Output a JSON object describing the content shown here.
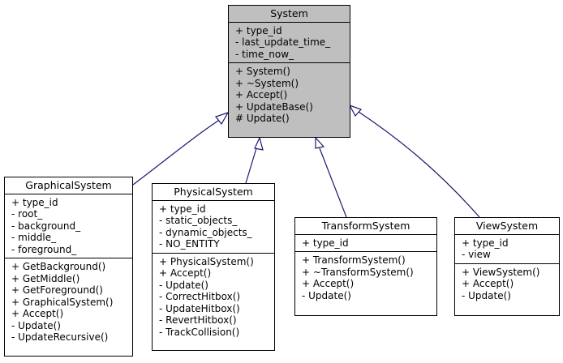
{
  "colors": {
    "base_fill": "#bfbfbf",
    "edge": "#191970",
    "box_fill": "#ffffff"
  },
  "classes": {
    "system": {
      "name": "System",
      "attributes": [
        "+ type_id",
        "- last_update_time_",
        "- time_now_"
      ],
      "methods": [
        "+ System()",
        "+ ~System()",
        "+ Accept()",
        "+ UpdateBase()",
        "# Update()"
      ]
    },
    "graphical": {
      "name": "GraphicalSystem",
      "attributes": [
        "+ type_id",
        "- root_",
        "- background_",
        "- middle_",
        "- foreground_"
      ],
      "methods": [
        "+ GetBackground()",
        "+ GetMiddle()",
        "+ GetForeground()",
        "+ GraphicalSystem()",
        "+ Accept()",
        "- Update()",
        "- UpdateRecursive()"
      ]
    },
    "physical": {
      "name": "PhysicalSystem",
      "attributes": [
        "+ type_id",
        "- static_objects_",
        "- dynamic_objects_",
        "- NO_ENTITY"
      ],
      "methods": [
        "+ PhysicalSystem()",
        "+ Accept()",
        "- Update()",
        "- CorrectHitbox()",
        "- UpdateHitbox()",
        "- RevertHitbox()",
        "- TrackCollision()"
      ]
    },
    "transform": {
      "name": "TransformSystem",
      "attributes": [
        "+ type_id"
      ],
      "methods": [
        "+ TransformSystem()",
        "+ ~TransformSystem()",
        "+ Accept()",
        "- Update()"
      ]
    },
    "view": {
      "name": "ViewSystem",
      "attributes": [
        "+ type_id",
        "- view"
      ],
      "methods": [
        "+ ViewSystem()",
        "+ Accept()",
        "- Update()"
      ]
    }
  }
}
